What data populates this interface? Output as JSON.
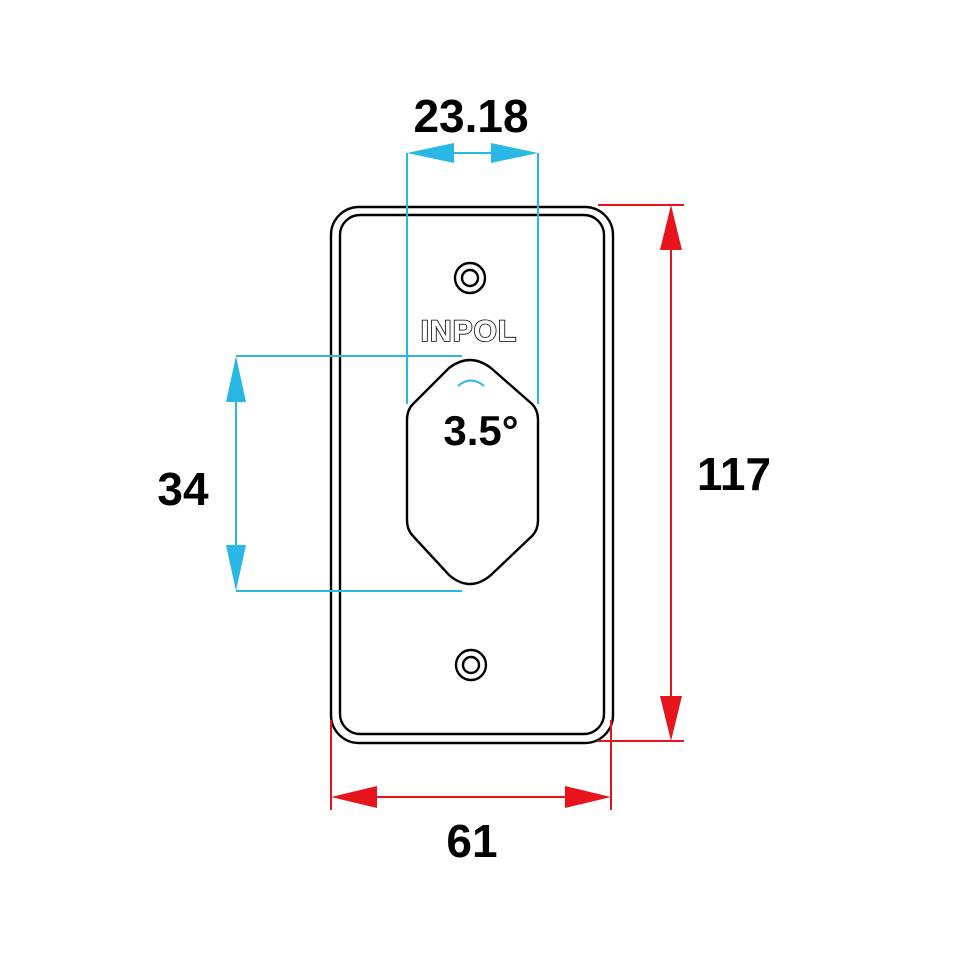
{
  "dimensions": {
    "width_top": "23.18",
    "height_left": "34",
    "height_right": "117",
    "width_bottom": "61",
    "angle": "3.5°"
  },
  "logo": {
    "text": "INPOL"
  },
  "colors": {
    "outline": "#000000",
    "cyan_dimension": "#29b8e6",
    "red_dimension": "#e8141b"
  }
}
